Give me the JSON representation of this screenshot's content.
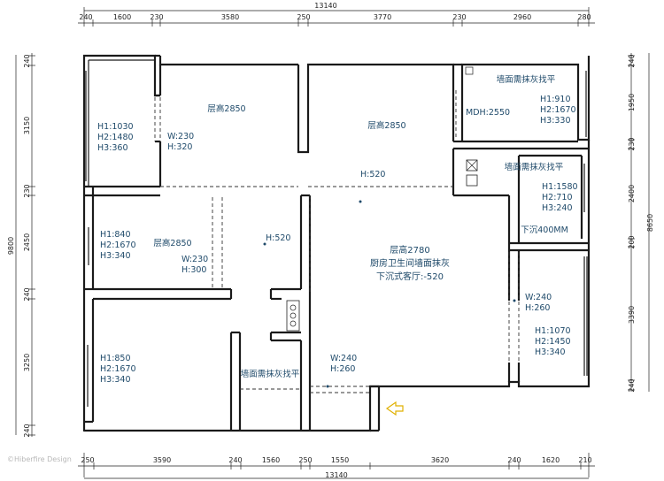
{
  "dimensions": {
    "total_width": "13140",
    "top_segments": [
      "240",
      "1600",
      "230",
      "3580",
      "250",
      "3770",
      "230",
      "2960",
      "280"
    ],
    "bottom_segments": [
      "250",
      "3590",
      "240",
      "1560",
      "250",
      "1550",
      "3620",
      "240",
      "1620",
      "210"
    ],
    "total_height": "9800",
    "left_segments": [
      "240",
      "3150",
      "230",
      "2450",
      "240",
      "3250",
      "240"
    ],
    "right_total": "8650",
    "right_segments": [
      "240",
      "1950",
      "230",
      "2400",
      "200",
      "3390",
      "240"
    ]
  },
  "rooms": {
    "room_top_center_left": "层高2850",
    "room_top_center": "层高2850",
    "bath_top_right_note": "墙面需抹灰找平",
    "bath_mid_right_note": "墙面需抹灰找平",
    "room_mid_left": "层高2850",
    "living_height": "层高2780",
    "living_note1": "厨房卫生间墙面抹灰",
    "living_note2": "下沉式客厅:-520",
    "sunken_note": "下沉400MM",
    "bath_bottom_note": "墙面需抹灰找平"
  },
  "windows": {
    "balcony_left": [
      "H1:1030",
      "H2:1480",
      "H3:360"
    ],
    "room_mid_left": [
      "H1:840",
      "H2:1670",
      "H3:340"
    ],
    "room_bottom_left": [
      "H1:850",
      "H2:1670",
      "H3:340"
    ],
    "bath_top_right": [
      "H1:910",
      "H2:1670",
      "H3:330"
    ],
    "bath_mid_right": [
      "H1:1580",
      "H2:710",
      "H3:240"
    ],
    "right_room": [
      "H1:1070",
      "H2:1450",
      "H3:340"
    ]
  },
  "openings": {
    "door_top_left": [
      "W:230",
      "H:320"
    ],
    "door_mid_left": [
      "W:230",
      "H:300"
    ],
    "corridor_h": "H:520",
    "living_top_h": "H:520",
    "mdh": "MDH:2550",
    "right_door": [
      "W:240",
      "H:260"
    ],
    "bottom_door": [
      "W:240",
      "H:260"
    ]
  },
  "watermark": "©Hiberfire Design"
}
